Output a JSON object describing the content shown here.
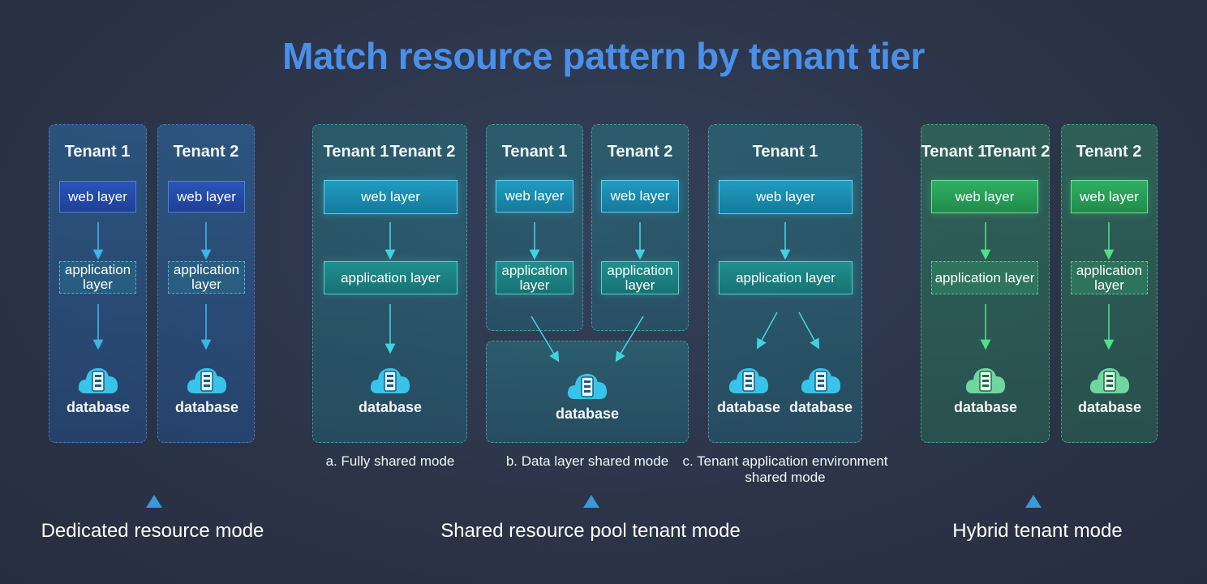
{
  "title": "Match resource pattern by tenant tier",
  "labels": {
    "tenant1": "Tenant 1",
    "tenant2": "Tenant 2",
    "web_layer": "web layer",
    "application_layer": "application layer",
    "application_layer_wrapped": "application\nlayer",
    "database": "database"
  },
  "captions": {
    "a": "a. Fully shared mode",
    "b": "b. Data layer shared mode",
    "c_line1": "c. Tenant application environment",
    "c_line2": "shared mode"
  },
  "groups": {
    "dedicated": "Dedicated resource mode",
    "shared": "Shared resource pool tenant mode",
    "hybrid": "Hybrid tenant mode"
  },
  "colors": {
    "title": "#4a8fe8",
    "dedicated_accent": "#2a55b8",
    "shared_accent": "#1f9cc0",
    "hybrid_accent": "#2eb062",
    "triangle_marker": "#3a9ad8"
  }
}
